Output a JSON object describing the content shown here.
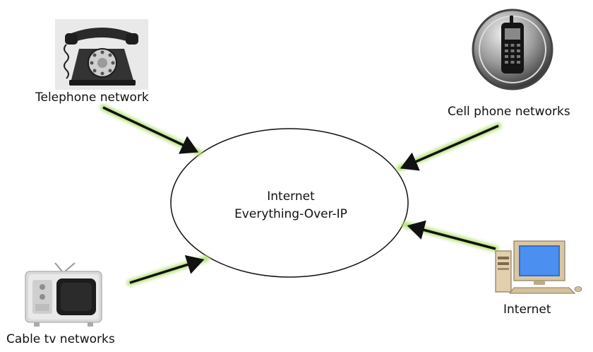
{
  "diagram": {
    "center": {
      "line1": "Internet",
      "line2": "Everything-Over-IP"
    },
    "nodes": {
      "telephone": {
        "label": "Telephone network",
        "icon": "rotary-telephone-icon"
      },
      "cellphone": {
        "label": "Cell phone networks",
        "icon": "cell-phone-icon"
      },
      "cabletv": {
        "label": "Cable tv networks",
        "icon": "television-icon"
      },
      "internet": {
        "label": "Internet",
        "icon": "desktop-computer-icon"
      }
    },
    "colors": {
      "arrow": "#111111",
      "arrow_glow": "#b9e27a",
      "ellipse_stroke": "#111111"
    }
  }
}
